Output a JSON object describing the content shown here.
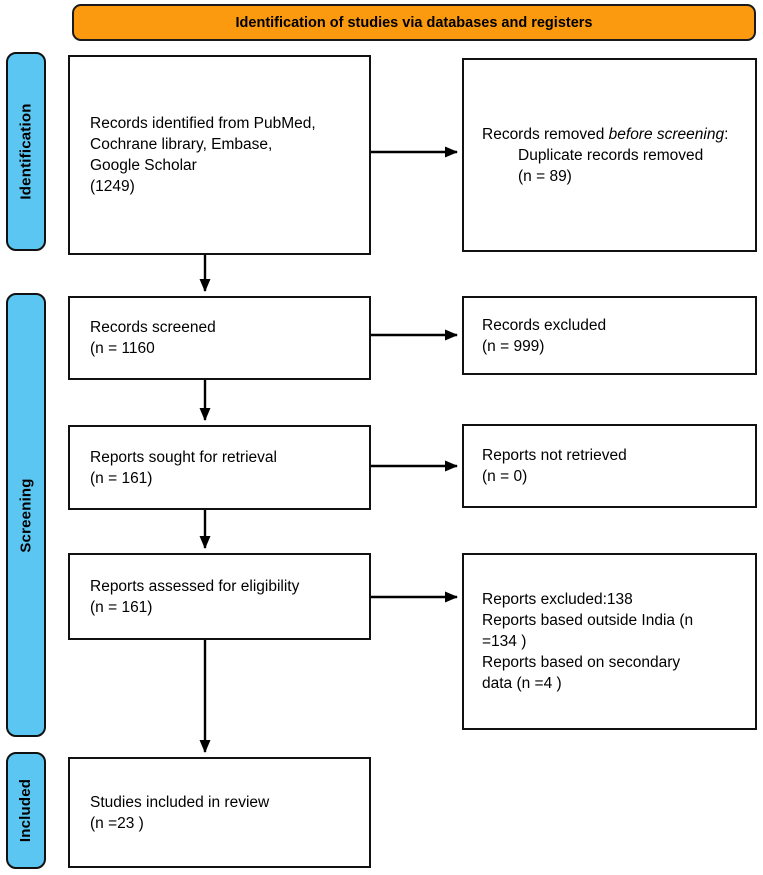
{
  "header": {
    "title": "Identification of studies via databases and registers"
  },
  "colors": {
    "header_bg": "#FB9A0E",
    "stage_bg": "#5CC6F2",
    "border": "#111111",
    "box_bg": "#FFFFFF"
  },
  "stages": {
    "identification": "Identification",
    "screening": "Screening",
    "included": "Included"
  },
  "main_flow": {
    "identified": "Records identified from PubMed,\nCochrane library, Embase,\nGoogle Scholar\n(1249)",
    "screened": "Records screened\n(n = 1160",
    "sought": "Reports sought for retrieval\n(n = 161)",
    "assessed": "Reports assessed for eligibility\n(n = 161)",
    "included": "Studies included in review\n(n =23 )"
  },
  "side_boxes": {
    "removed_before_screening": {
      "line1_normal": "Records removed ",
      "line1_italic": "before screening",
      "line1_colon": ":",
      "line2": "Duplicate records removed",
      "line3": "(n = 89)"
    },
    "records_excluded": "Records excluded\n(n = 999)",
    "reports_not_retrieved": "Reports not retrieved\n(n = 0)",
    "reports_excluded": "Reports excluded:138\nReports based outside India (n\n=134 )\nReports based on secondary\ndata (n =4 )"
  }
}
